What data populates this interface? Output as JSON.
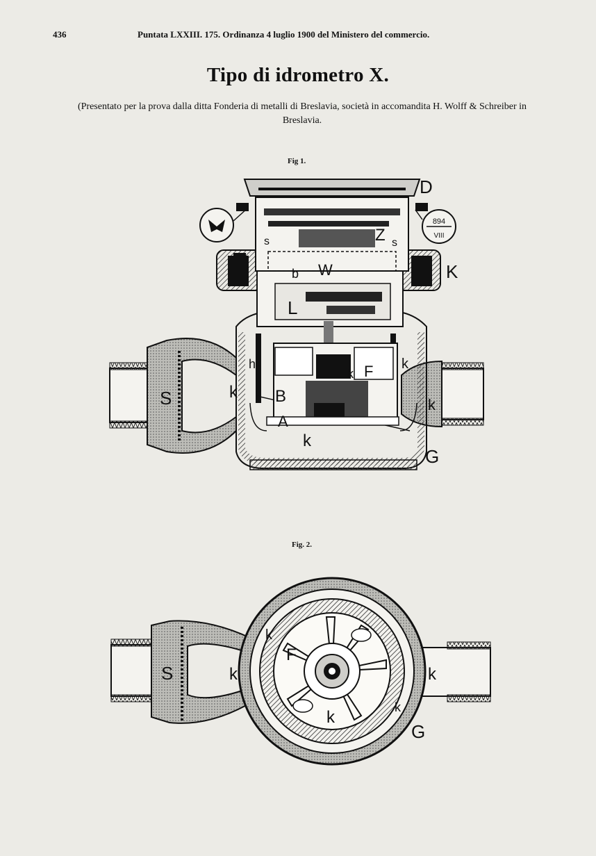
{
  "header": {
    "page_number": "436",
    "running_head": "Puntata LXXIII. 175. Ordinanza 4 luglio 1900 del Ministero del commercio."
  },
  "title": "Tipo di idrometro X.",
  "subtitle": "(Presentato per la prova dalla ditta Fonderia di metalli di Breslavia, società in accomandita H. Wolff & Schreiber in Breslavia.",
  "figures": {
    "fig1": {
      "caption": "Fig 1.",
      "labels": {
        "D": "D",
        "K": "K",
        "Z": "Z",
        "W": "W",
        "b": "b",
        "L": "L",
        "S": "S",
        "k_left": "k",
        "h": "h",
        "B": "B",
        "A": "A",
        "F": "F",
        "k_center": "k",
        "k2": "k",
        "k_right": "k",
        "k1": "k",
        "G": "G",
        "s_left": "s",
        "s_right": "s",
        "seal_number": "894",
        "seal_roman": "VIII"
      }
    },
    "fig2": {
      "caption": "Fig. 2.",
      "labels": {
        "S": "S",
        "k1": "k",
        "k_top": "k",
        "F": "F",
        "k2": "k",
        "k3": "k",
        "k_right": "k",
        "G": "G"
      }
    }
  },
  "colors": {
    "paper": "#ecebe6",
    "ink": "#111111",
    "hatch": "#555555"
  }
}
